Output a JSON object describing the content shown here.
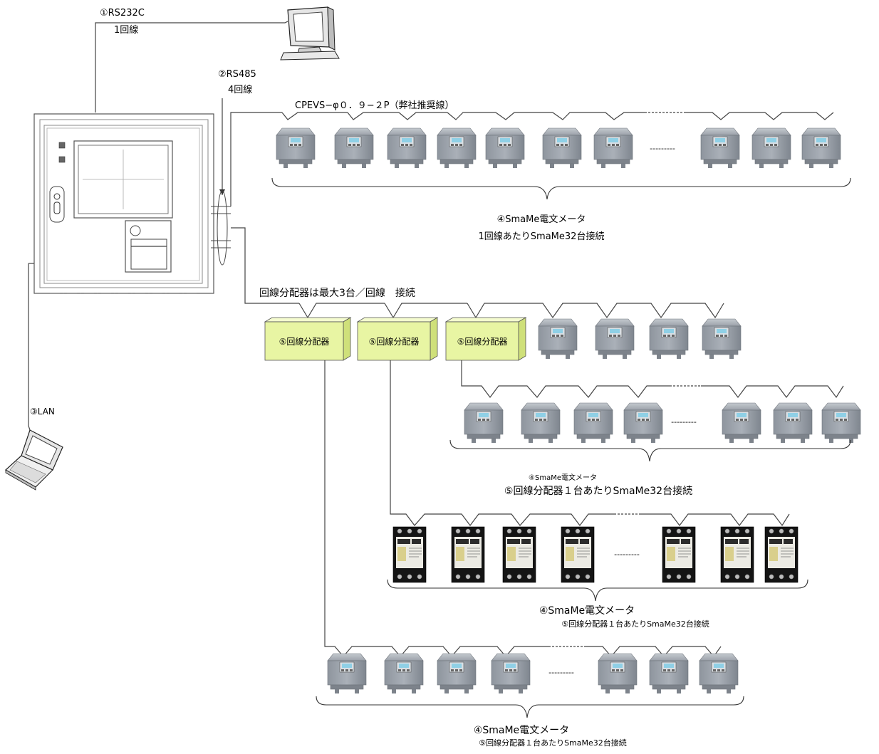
{
  "labels": {
    "rs232": "①RS232C",
    "rs232_lines": "1回線",
    "rs485": "②RS485",
    "rs485_lines": "4回線",
    "lan": "③LAN",
    "cable": "CPEVS−φ０．９−２P（弊社推奨線）",
    "meter_group1_title": "④SmaMe電文メータ",
    "meter_group1_sub": "1回線あたりSmaMe32台接続",
    "distributor_note": "回線分配器は最大3台／回線　接続",
    "meter_group2_title": "④SmaMe電文メータ",
    "meter_group2_sub": "⑤回線分配器１台あたりSmaMe32台接続",
    "meter_group3_title": "④SmaMe電文メータ",
    "meter_group3_sub": "⑤回線分配器１台あたりSmaMe32台接続",
    "meter_group4_title": "④SmaMe電文メータ",
    "meter_group4_sub": "⑤回線分配器１台あたりSmaMe32台接続",
    "ellipsis": "---------"
  },
  "distributors": [
    "⑤回線分配器",
    "⑤回線分配器",
    "⑤回線分配器"
  ],
  "colors": {
    "distributor_front": "#e8f5a3",
    "distributor_side": "#cfe07a",
    "meter_body": "#9aa0a8",
    "breaker_body": "#1a1a1a"
  }
}
